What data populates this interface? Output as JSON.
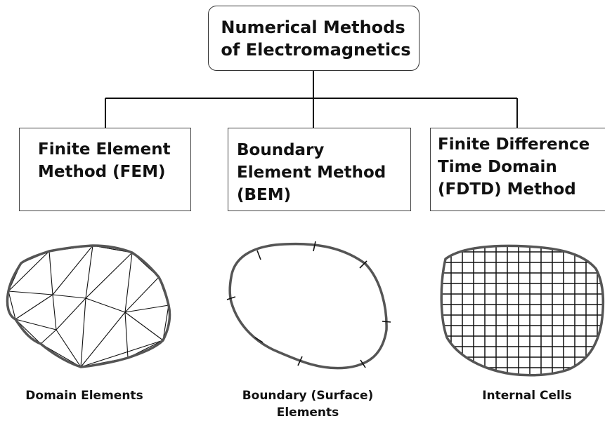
{
  "root": {
    "line1": "Numerical Methods",
    "line2": "of Electromagnetics"
  },
  "methods": [
    {
      "lines": [
        "Finite Element",
        "Method (FEM)"
      ]
    },
    {
      "lines": [
        "Boundary",
        "Element Method",
        "(BEM)"
      ]
    },
    {
      "lines": [
        "Finite Difference",
        "Time Domain",
        "(FDTD) Method"
      ]
    }
  ],
  "captions": {
    "domain": "Domain Elements",
    "boundary_line1": "Boundary (Surface)",
    "boundary_line2": "Elements",
    "internal": "Internal Cells"
  },
  "colors": {
    "stroke": "#111111",
    "outline": "#444444"
  }
}
